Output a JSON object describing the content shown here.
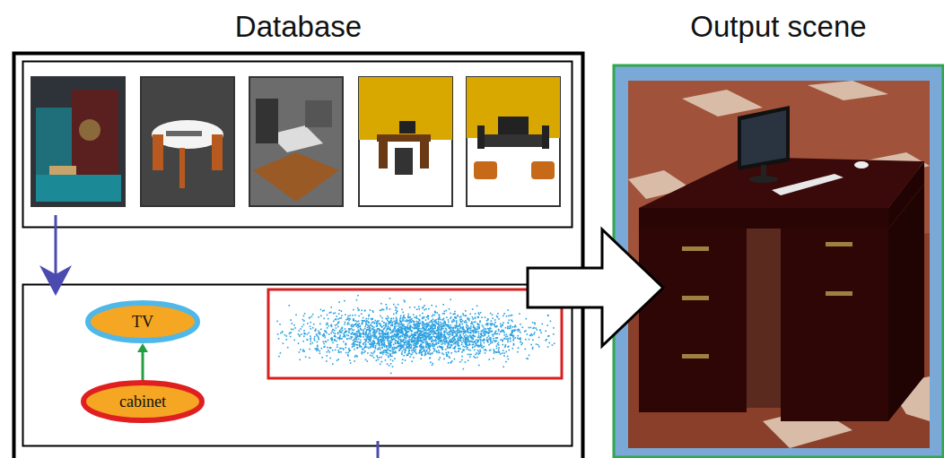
{
  "diagram": {
    "nodes": [
      {
        "text": [
          "Database"
        ]
      },
      {
        "text": [
          "Output scene"
        ]
      },
      {
        "text": [
          "TV"
        ],
        "in": 0
      },
      {
        "text": [
          "cabinet"
        ],
        "in": 0
      }
    ],
    "edges": [
      {
        "from": 3,
        "to": 2,
        "arrow": "to"
      },
      {
        "from": 0,
        "to": 1,
        "arrow": "to"
      }
    ]
  }
}
